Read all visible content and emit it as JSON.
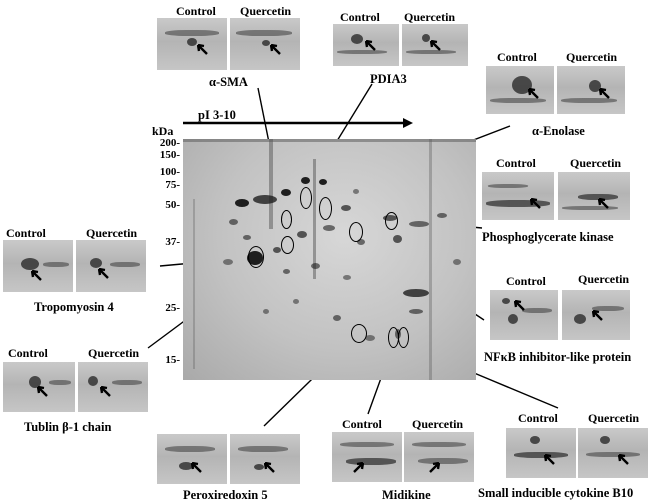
{
  "gel": {
    "kda_label": "kDa",
    "pi_label": "pI 3-10",
    "mw_markers": [
      "200-",
      "150-",
      "100-",
      "75-",
      "50-",
      "37-",
      "25-",
      "15-"
    ]
  },
  "panel_labels": {
    "control": "Control",
    "treated": "Quercetin"
  },
  "proteins": {
    "asma": "α-SMA",
    "pdia3": "PDIA3",
    "enolase": "α-Enolase",
    "pgk": "Phosphoglycerate kinase",
    "tropomyosin": "Tropomyosin 4",
    "nfkb": "NFκB inhibitor-like protein",
    "tubulin": "Tublin β-1 chain",
    "prx5": "Peroxiredoxin 5",
    "midikine": "Midikine",
    "cytokine": "Small inducible cytokine B10"
  }
}
